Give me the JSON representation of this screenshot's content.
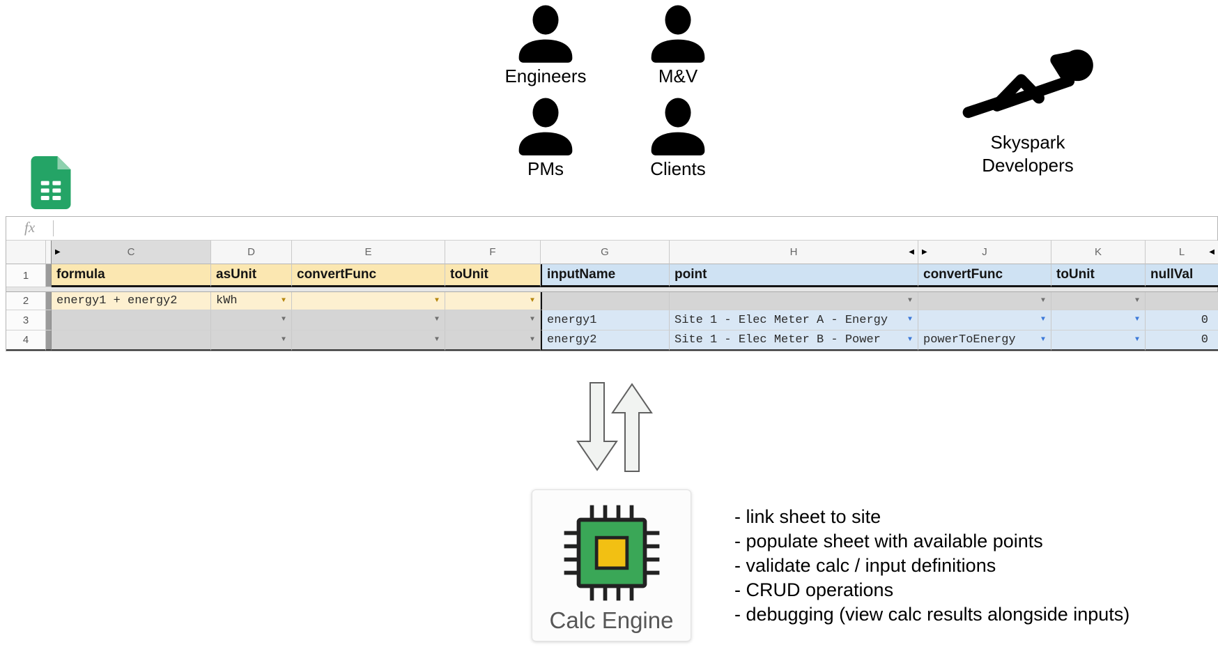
{
  "user_groups": {
    "labels": [
      "Engineers",
      "M&V",
      "PMs",
      "Clients"
    ]
  },
  "skyspark": {
    "line1": "Skyspark",
    "line2": "Developers"
  },
  "sheets_icon_colors": {
    "green": "#24A466",
    "fold": "#8ED1AE",
    "grid": "#FFFFFF"
  },
  "calc_engine": {
    "label": "Calc Engine",
    "chip_colors": {
      "body": "#3AA757",
      "core": "#F2C013",
      "outline": "#222222"
    }
  },
  "features": {
    "items": [
      "- link sheet to site",
      "- populate sheet with available points",
      "- validate calc / input definitions",
      "- CRUD operations",
      "- debugging (view calc results alongside inputs)"
    ]
  },
  "sheet": {
    "formula_bar": {
      "label": "fx",
      "value": ""
    },
    "colors": {
      "yellow_header": "#FBE7B1",
      "yellow": "#FDF0D0",
      "blue_header": "#CFE2F3",
      "blue": "#D9E7F5",
      "gray": "#D5D5D5",
      "dropdown_gold": "#B5850B",
      "dropdown_gray": "#6E6E6E",
      "dropdown_blue": "#3B78D8"
    },
    "icons": {
      "dropdown": "▼",
      "hidden_left": "◀",
      "hidden_right": "▶"
    },
    "columns": [
      {
        "letter": "C",
        "marker_before": "▶",
        "header_gray": true
      },
      {
        "letter": "D"
      },
      {
        "letter": "E"
      },
      {
        "letter": "F"
      },
      {
        "letter": "G"
      },
      {
        "letter": "H",
        "marker_after": "◀"
      },
      {
        "letter": "J",
        "marker_before": "▶"
      },
      {
        "letter": "K"
      },
      {
        "letter": "L",
        "marker_after": "◀"
      }
    ],
    "rows": [
      {
        "num": "1",
        "type": "header",
        "cells": [
          {
            "v": "formula",
            "bg": "yh"
          },
          {
            "v": "asUnit",
            "bg": "yh"
          },
          {
            "v": "convertFunc",
            "bg": "yh"
          },
          {
            "v": "toUnit",
            "bg": "yh"
          },
          {
            "v": "inputName",
            "bg": "bh"
          },
          {
            "v": "point",
            "bg": "bh"
          },
          {
            "v": "convertFunc",
            "bg": "bh"
          },
          {
            "v": "toUnit",
            "bg": "bh"
          },
          {
            "v": "nullVal",
            "bg": "bh"
          }
        ]
      },
      {
        "num": "2",
        "cells": [
          {
            "v": "energy1 + energy2",
            "bg": "y"
          },
          {
            "v": "kWh",
            "bg": "y",
            "dd": "gold"
          },
          {
            "v": "",
            "bg": "y",
            "dd": "gold"
          },
          {
            "v": "",
            "bg": "y",
            "dd": "gold"
          },
          {
            "v": "",
            "bg": "g"
          },
          {
            "v": "",
            "bg": "g",
            "dd": "gray"
          },
          {
            "v": "",
            "bg": "g",
            "dd": "gray"
          },
          {
            "v": "",
            "bg": "g",
            "dd": "gray"
          },
          {
            "v": "",
            "bg": "g"
          }
        ]
      },
      {
        "num": "3",
        "cells": [
          {
            "v": "",
            "bg": "g"
          },
          {
            "v": "",
            "bg": "g",
            "dd": "gray"
          },
          {
            "v": "",
            "bg": "g",
            "dd": "gray"
          },
          {
            "v": "",
            "bg": "g",
            "dd": "gray"
          },
          {
            "v": "energy1",
            "bg": "b"
          },
          {
            "v": "Site 1 - Elec Meter A - Energy",
            "bg": "b",
            "dd": "blue"
          },
          {
            "v": "",
            "bg": "b",
            "dd": "blue"
          },
          {
            "v": "",
            "bg": "b",
            "dd": "blue"
          },
          {
            "v": "0",
            "bg": "b",
            "align": "right"
          }
        ]
      },
      {
        "num": "4",
        "cells": [
          {
            "v": "",
            "bg": "g"
          },
          {
            "v": "",
            "bg": "g",
            "dd": "gray"
          },
          {
            "v": "",
            "bg": "g",
            "dd": "gray"
          },
          {
            "v": "",
            "bg": "g",
            "dd": "gray"
          },
          {
            "v": "energy2",
            "bg": "b"
          },
          {
            "v": "Site 1 - Elec Meter B - Power",
            "bg": "b",
            "dd": "blue"
          },
          {
            "v": "powerToEnergy",
            "bg": "b",
            "dd": "blue"
          },
          {
            "v": "",
            "bg": "b",
            "dd": "blue"
          },
          {
            "v": "0",
            "bg": "b",
            "align": "right"
          }
        ]
      }
    ]
  }
}
